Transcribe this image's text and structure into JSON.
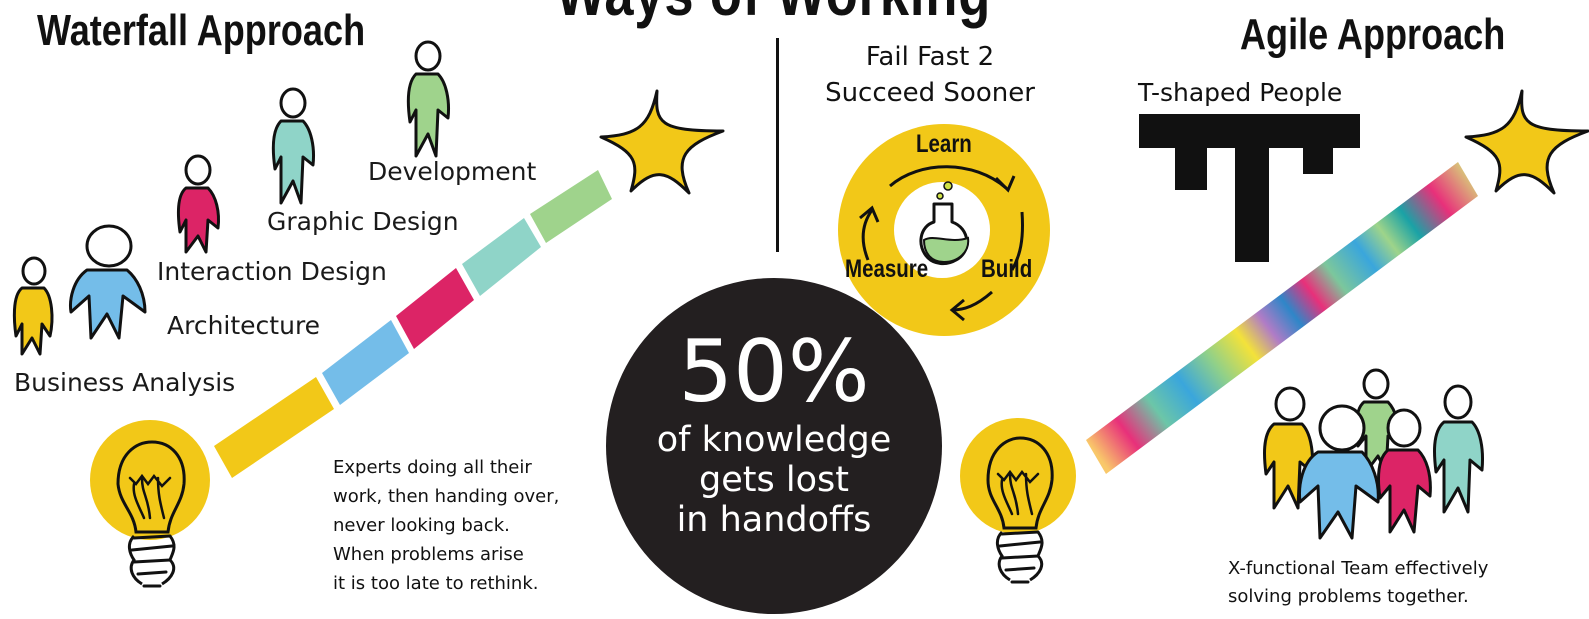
{
  "colors": {
    "yellow": "#f2c818",
    "blue": "#74bde9",
    "magenta": "#dc2466",
    "teal": "#8fd4c8",
    "green": "#9fd38c",
    "dark": "#231f20"
  },
  "header": {
    "title": "Ways of Working"
  },
  "waterfall": {
    "title": "Waterfall Approach",
    "roles": [
      "Business Analysis",
      "Architecture",
      "Interaction Design",
      "Graphic Design",
      "Development"
    ],
    "note_lines": [
      "Experts doing all their",
      "work, then handing over,",
      "never looking back.",
      "When problems arise",
      "it is too late to rethink."
    ]
  },
  "center": {
    "slogan_line1": "Fail Fast 2",
    "slogan_line2": "Succeed Sooner",
    "cycle": [
      "Learn",
      "Build",
      "Measure"
    ],
    "stat_value": "50%",
    "stat_lines": [
      "of knowledge",
      "gets lost",
      "in handoffs"
    ]
  },
  "agile": {
    "title": "Agile Approach",
    "tshape_label": "T-shaped People",
    "team_lines": [
      "X-functional Team effectively",
      "solving problems together."
    ]
  },
  "icons": [
    "lightbulb-icon",
    "star-icon",
    "person-icon",
    "flask-icon",
    "cycle-arrow-icon"
  ]
}
